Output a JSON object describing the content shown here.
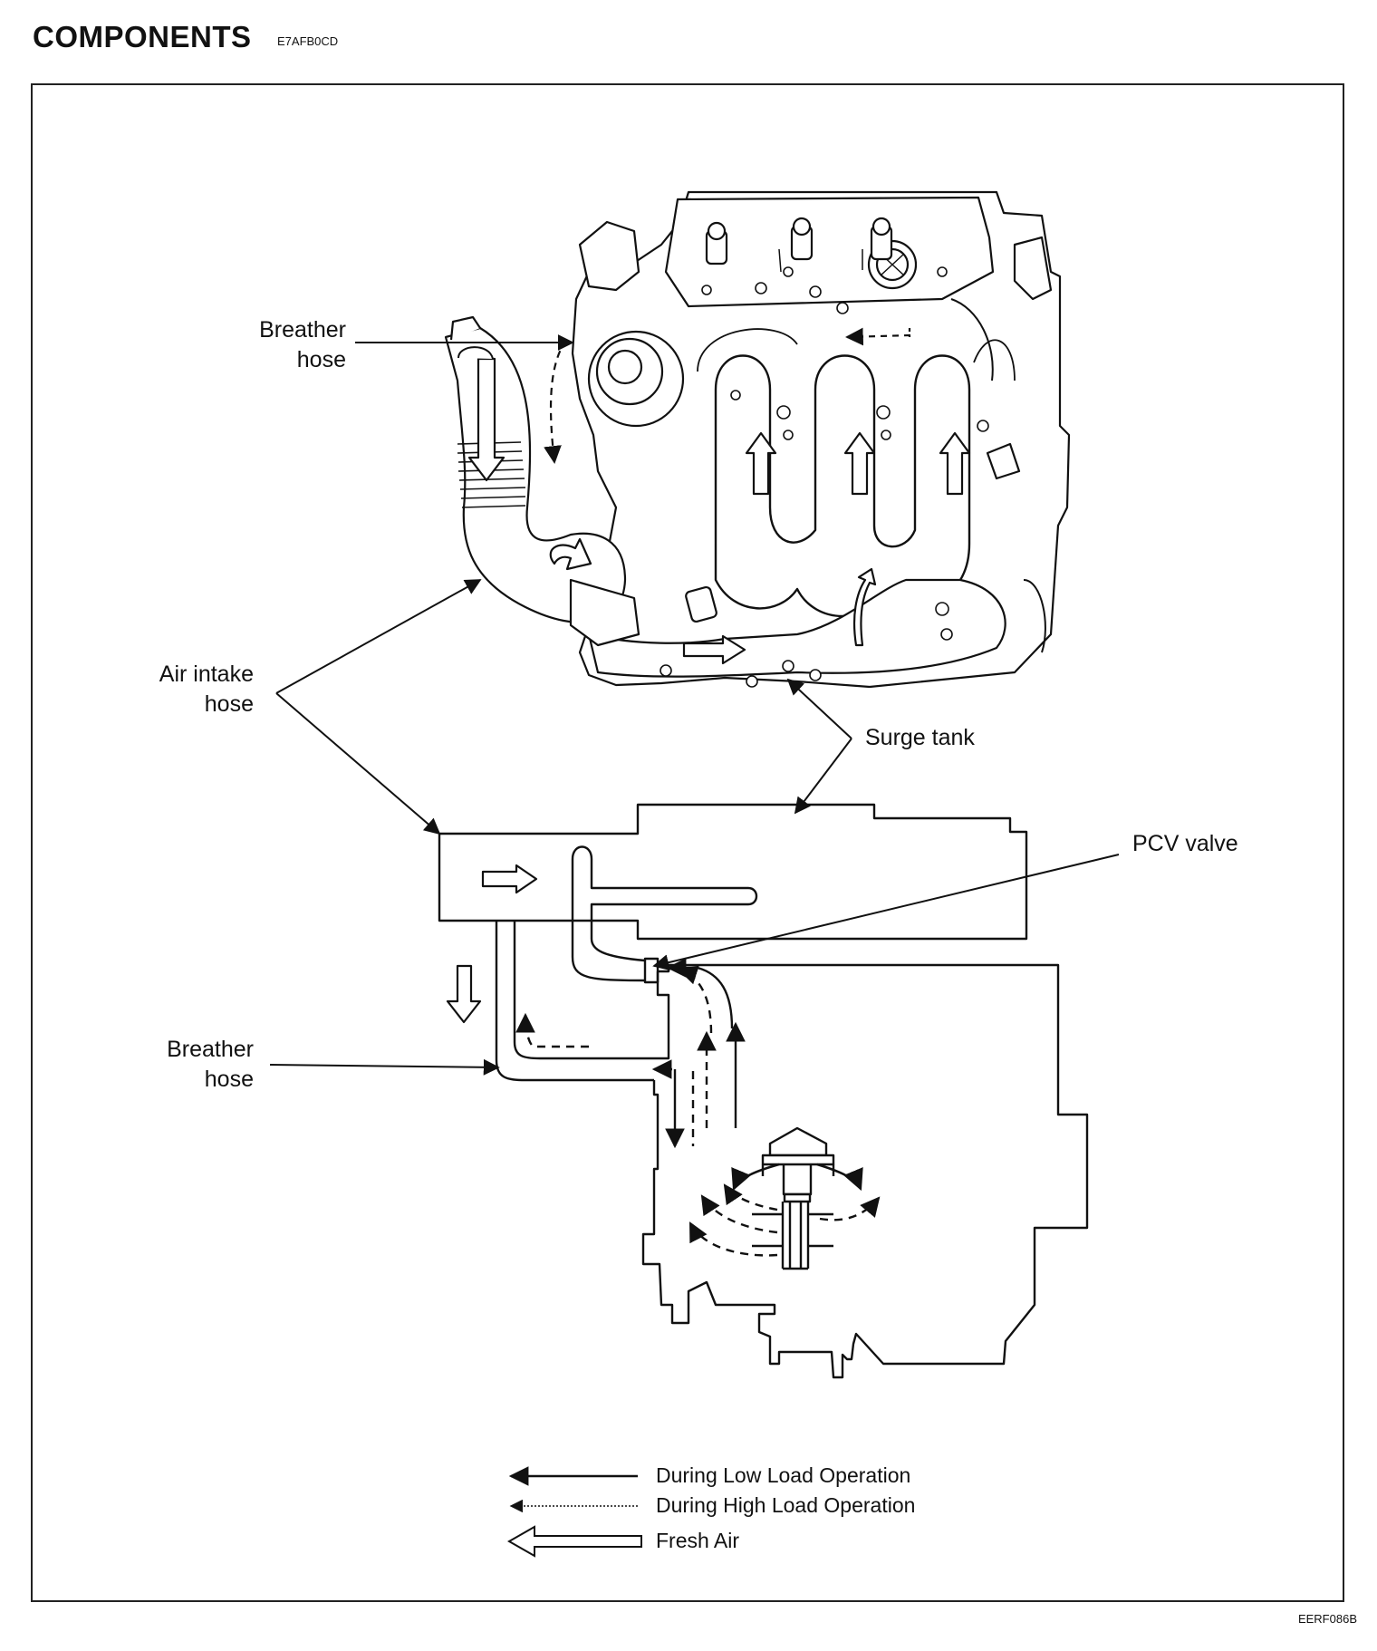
{
  "header": {
    "title": "COMPONENTS",
    "code": "E7AFB0CD"
  },
  "labels": {
    "breather_top_1": "Breather",
    "breather_top_2": "hose",
    "air_intake_1": "Air intake",
    "air_intake_2": "hose",
    "surge_tank": "Surge tank",
    "pcv_valve": "PCV valve",
    "breather_bottom_1": "Breather",
    "breather_bottom_2": "hose"
  },
  "legend": {
    "low_load": "During Low Load Operation",
    "high_load": "During High Load Operation",
    "fresh_air": "Fresh Air"
  },
  "figure_id": "EERF086B",
  "colors": {
    "ink": "#111111",
    "background": "#ffffff"
  }
}
